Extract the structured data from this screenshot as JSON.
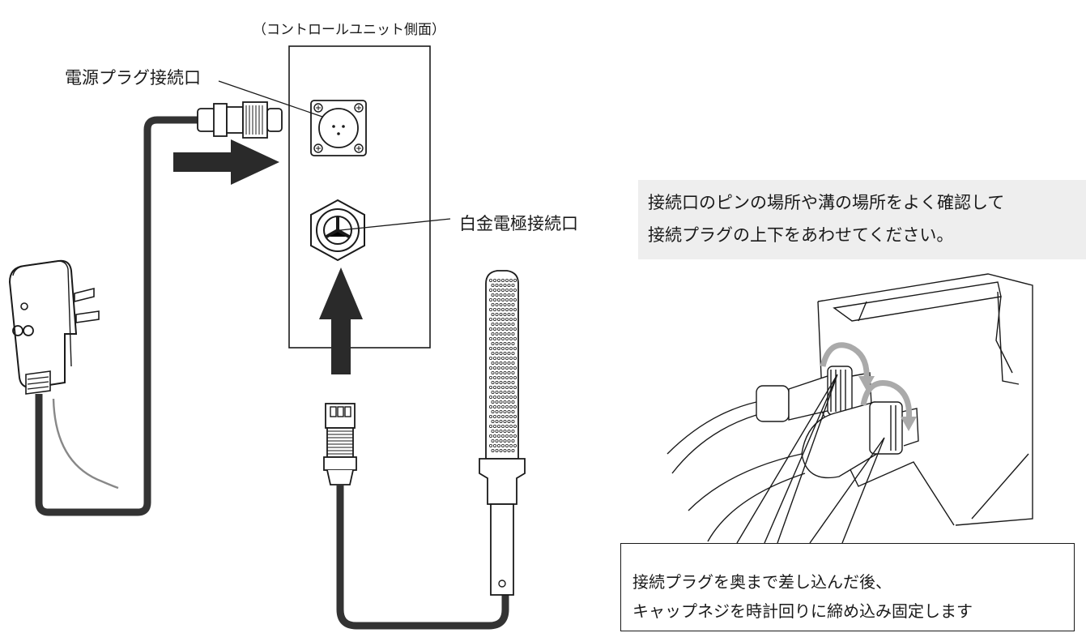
{
  "labels": {
    "caption_top": "（コントロールユニット側面）",
    "power_port": "電源プラグ接続口",
    "electrode_port": "白金電極接続口"
  },
  "note": {
    "line1": "接続口のピンの場所や溝の場所をよく確認して",
    "line2": "接続プラグの上下をあわせてください。"
  },
  "instruction": {
    "line1": "接続プラグを奥まで差し込んだ後、",
    "line2": "キャップネジを時計回りに締め込み固定します"
  },
  "colors": {
    "ink": "#1a1a1a",
    "cable": "#333333",
    "arrow": "#2a2a2a",
    "note_bg": "#eeeeee",
    "rotation_arrow": "#aaaaaa"
  },
  "icons": [
    "power-adapter-icon",
    "round-connector-icon",
    "electrode-plug-icon",
    "platinum-electrode-icon",
    "rotation-arrow-icon"
  ]
}
